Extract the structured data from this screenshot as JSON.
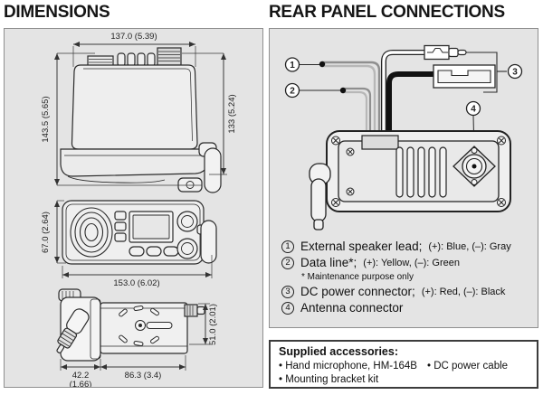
{
  "dimensions": {
    "title": "DIMENSIONS",
    "top_view": {
      "width": "137.0 (5.39)",
      "height_left": "143.5 (5.65)",
      "height_right": "133 (5.24)"
    },
    "front_view": {
      "height": "67.0 (2.64)",
      "width": "153.0 (6.02)"
    },
    "side_view": {
      "height": "51.0 (2.01)",
      "depth_front_mm": "42.2",
      "depth_front_in": "(1.66)",
      "depth_body": "86.3 (3.4)"
    }
  },
  "rear": {
    "title": "REAR PANEL CONNECTIONS",
    "callouts": [
      "1",
      "2",
      "3",
      "4"
    ],
    "legend": [
      {
        "num": "1",
        "label": "External speaker lead;",
        "detail": "(+): Blue, (–): Gray"
      },
      {
        "num": "2",
        "label": "Data line*;",
        "detail": "(+): Yellow, (–): Green"
      },
      {
        "num": "3",
        "label": "DC power connector;",
        "detail": "(+): Red, (–): Black"
      },
      {
        "num": "4",
        "label": "Antenna connector",
        "detail": ""
      }
    ],
    "footnote": "* Maintenance purpose only",
    "accessories": {
      "title": "Supplied accessories:",
      "bullet": "•",
      "items": [
        "Hand microphone, HM-164B",
        "DC power cable",
        "Mounting bracket kit"
      ]
    }
  },
  "colors": {
    "panel_bg": "#e4e4e4",
    "panel_border": "#8f8f8f",
    "ink": "#2a2a2a",
    "wire_gray": "#9a9a9a",
    "accessory_border": "#3c3c3c"
  }
}
